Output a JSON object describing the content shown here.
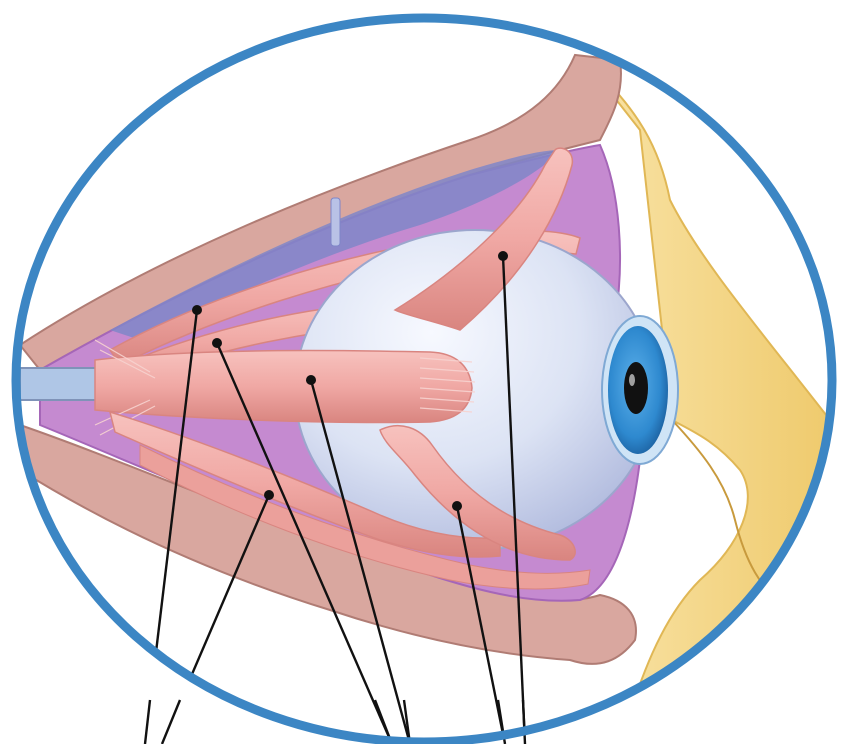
{
  "diagram": {
    "subject": "eye-extraocular-muscles",
    "colors": {
      "frame_ring": "#3C86C4",
      "bone": "#D9A79F",
      "bone_dark": "#B07C74",
      "fat_yellow": "#F6D98A",
      "fat_yellow_dark": "#E9C062",
      "orbit_purple": "#C58AD0",
      "orbit_purple_dark": "#A566B8",
      "inner_blue": "#7F86C8",
      "muscle": "#F0A8A4",
      "muscle_dark": "#D98580",
      "globe": "#DCE3F4",
      "globe_shadow": "#AFB9DD",
      "iris": "#2E89CF",
      "iris_dark": "#1B5F9E",
      "pupil": "#111111",
      "nerve": "#AFC6E6",
      "leader": "#111111"
    },
    "labels": [
      {
        "id": "superior-rectus",
        "text": ""
      },
      {
        "id": "levator-palpebrae",
        "text": ""
      },
      {
        "id": "lateral-rectus",
        "text": ""
      },
      {
        "id": "inferior-rectus",
        "text": ""
      },
      {
        "id": "inferior-oblique",
        "text": ""
      },
      {
        "id": "superior-oblique",
        "text": ""
      }
    ]
  }
}
